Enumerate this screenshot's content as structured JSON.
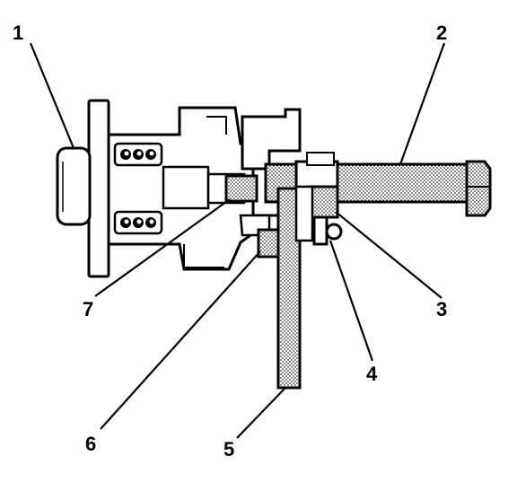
{
  "diagram": {
    "callouts": [
      {
        "id": "c1",
        "label": "1"
      },
      {
        "id": "c2",
        "label": "2"
      },
      {
        "id": "c3",
        "label": "3"
      },
      {
        "id": "c4",
        "label": "4"
      },
      {
        "id": "c5",
        "label": "5"
      },
      {
        "id": "c6",
        "label": "6"
      },
      {
        "id": "c7",
        "label": "7"
      }
    ]
  }
}
